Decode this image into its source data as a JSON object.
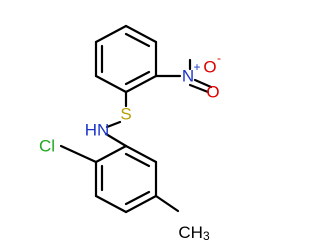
{
  "molecule": {
    "atoms": {
      "sulfur": "S",
      "nitro_nitrogen": "N",
      "nitro_nitrogen_charge": "+",
      "nitro_oxygen_double": "O",
      "nitro_oxygen_single": "O",
      "nitro_oxygen_charge": "-",
      "amine_group": "HN",
      "chlorine": "Cl",
      "methyl_group": "CH",
      "methyl_subscript": "3"
    },
    "colors": {
      "bond": "#000000",
      "sulfur": "#b8a000",
      "nitrogen": "#1a35c8",
      "oxygen": "#e00000",
      "chlorine": "#22a822",
      "carbon": "#000000"
    }
  }
}
